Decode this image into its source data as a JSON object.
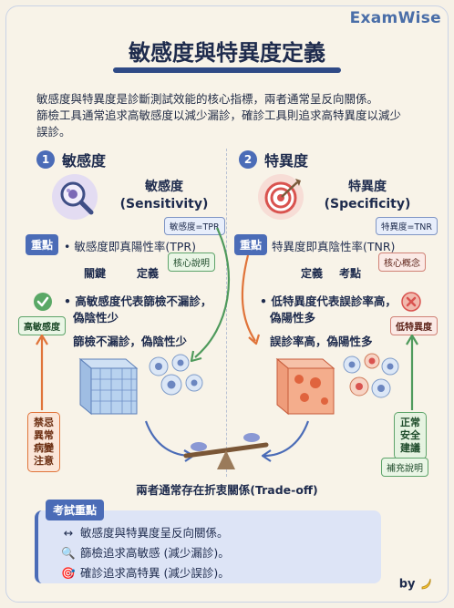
{
  "brand": "ExamWise",
  "title": "敏感度與特異度定義",
  "intro": {
    "line1": "敏感度與特異度是診斷測試效能的核心指標，兩者通常呈反向關係。",
    "line2": "篩檢工具通常追求高敏感度以減少漏診，確診工具則追求高特異度以減少",
    "line3": "誤診。"
  },
  "sensitivity": {
    "num": "1",
    "heading": "敏感度",
    "term_zh": "敏感度",
    "term_en": "(Sensitivity)",
    "formula_tag": "敏感度=TPR",
    "key_tag": "重點",
    "key_text": "• 敏感度即真陽性率(TPR)",
    "note_tag": "核心說明",
    "label_a": "關鍵",
    "label_b": "定義",
    "bullet1": "• 高敏感度代表篩檢不漏診，",
    "bullet2": "偽陰性少",
    "plain": "篩檢不漏診，偽陰性少",
    "side_tag": "高敏感度",
    "warn_box": [
      "禁忌",
      "異常",
      "病變",
      "注意"
    ]
  },
  "specificity": {
    "num": "2",
    "heading": "特異度",
    "term_zh": "特異度",
    "term_en": "(Specificity)",
    "formula_tag": "特異度=TNR",
    "key_tag": "重點",
    "key_text": "特異度即真陰性率(TNR)",
    "note_tag": "核心概念",
    "label_a": "定義",
    "label_b": "考點",
    "bullet1": "• 低特異度代表誤診率高，",
    "bullet2": "偽陽性多",
    "plain": "誤診率高，偽陽性多",
    "side_tag": "低特異度",
    "safe_box": [
      "正常",
      "安全",
      "建議"
    ],
    "safe_note": "補充說明"
  },
  "tradeoff": "兩者通常存在折衷關係(Trade-off)",
  "exam": {
    "tag": "考試重點",
    "items": [
      {
        "icon": "↔",
        "text": "敏感度與特異度呈反向關係。"
      },
      {
        "icon": "🔍",
        "text": "篩檢追求高敏感 (減少漏診)。"
      },
      {
        "icon": "🎯",
        "text": "確診追求高特異 (減少誤診)。"
      }
    ]
  },
  "by": "by",
  "colors": {
    "accent": "#4b6cb7",
    "green": "#4f9a5c",
    "orange": "#e0743a",
    "red": "#d9534f"
  }
}
